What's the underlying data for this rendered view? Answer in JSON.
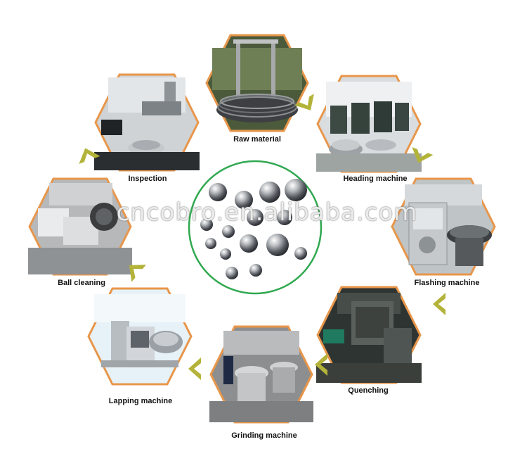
{
  "theme": {
    "hex_border": "#e8964a",
    "circle_border": "#2fa84f",
    "arrow_fill": "#b3b33a"
  },
  "watermark": "cncobro.en.alibaba.com",
  "center_image": {
    "icon": "steel-balls"
  },
  "steps": [
    {
      "id": "raw-material",
      "label": "Raw material",
      "icon": "wire-coil-photo"
    },
    {
      "id": "heading-machine",
      "label": "Heading machine",
      "icon": "heading-machines-photo"
    },
    {
      "id": "flashing-machine",
      "label": "Flashing machine",
      "icon": "flashing-machine-photo"
    },
    {
      "id": "quenching",
      "label": "Quenching",
      "icon": "quenching-furnace-photo"
    },
    {
      "id": "grinding-machine",
      "label": "Grinding machine",
      "icon": "grinding-machines-photo"
    },
    {
      "id": "lapping-machine",
      "label": "Lapping machine",
      "icon": "lapping-machine-photo"
    },
    {
      "id": "ball-cleaning",
      "label": "Ball cleaning",
      "icon": "cleaning-machine-photo"
    },
    {
      "id": "inspection",
      "label": "Inspection",
      "icon": "inspection-instrument-photo"
    }
  ]
}
